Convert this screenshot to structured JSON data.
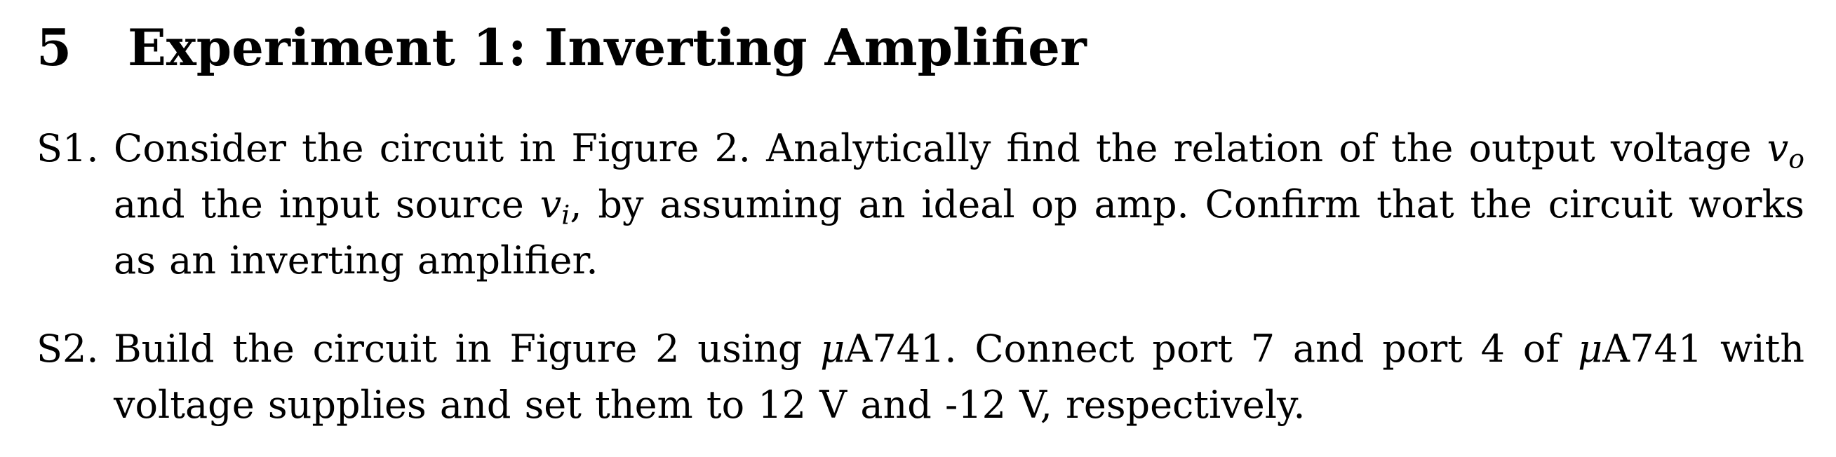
{
  "section": {
    "number": "5",
    "title": "Experiment 1: Inverting Amplifier"
  },
  "steps": [
    {
      "label": "S1.",
      "text_1": "Consider the circuit in Figure 2. Analytically find the relation of the output voltage ",
      "math_1_base": "v",
      "math_1_sub": "o",
      "text_2": " and the input source ",
      "math_2_base": "v",
      "math_2_sub": "i",
      "text_3": ", by assuming an ideal op amp. Confirm that the circuit works as an inverting amplifier."
    },
    {
      "label": "S2.",
      "text_1": "Build the circuit in Figure 2 using ",
      "mu_1": "μ",
      "text_2": "A741. Connect port 7 and port 4 of ",
      "mu_2": "μ",
      "text_3": "A741 with voltage supplies and set them to 12 V and -12 V, respectively."
    }
  ]
}
